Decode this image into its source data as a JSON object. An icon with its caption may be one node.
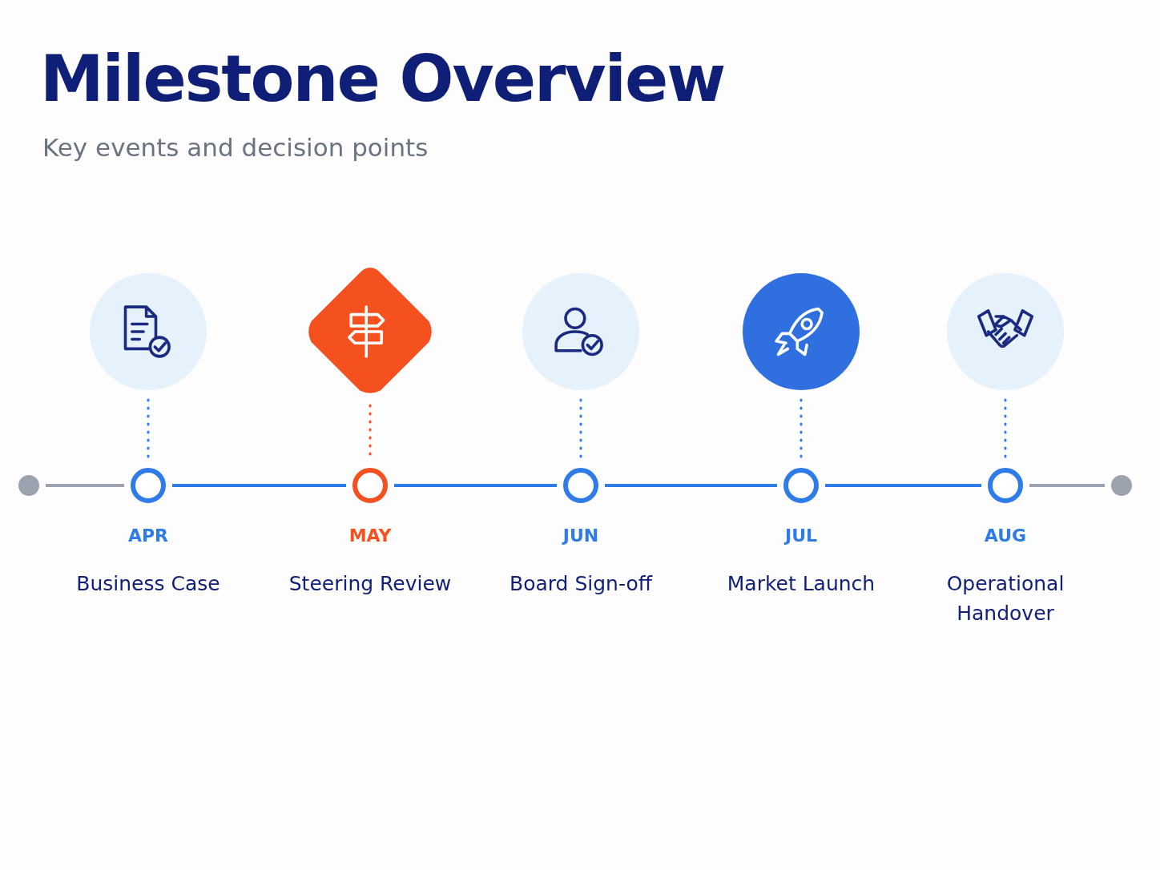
{
  "diagram": {
    "title": "Milestone Overview",
    "caption": "Key events and decision points",
    "nodes": [
      {
        "text": [],
        "shape": "circle"
      },
      {
        "text": [],
        "shape": "diamond"
      },
      {
        "text": [],
        "shape": "circle"
      },
      {
        "text": [],
        "shape": "circle"
      },
      {
        "text": [],
        "shape": "circle"
      },
      {
        "text": [],
        "shape": "circle"
      },
      {
        "text": [],
        "shape": "circle",
        "beside": [
          "APR",
          "Business Case"
        ]
      },
      {
        "text": [],
        "shape": "circle",
        "beside": [
          "MAY",
          "Steering Review"
        ]
      },
      {
        "text": [],
        "shape": "circle",
        "beside": [
          "JUN",
          "Board Sign-off"
        ]
      },
      {
        "text": [],
        "shape": "circle",
        "beside": [
          "JUL",
          "Market Launch"
        ]
      },
      {
        "text": [],
        "shape": "circle",
        "beside": [
          "AUG",
          "Operational Handover"
        ]
      },
      {
        "text": [],
        "shape": "circle"
      }
    ],
    "edges": [
      {
        "from": 0,
        "to": 6,
        "arrow": "none",
        "style": "dashed"
      },
      {
        "from": 1,
        "to": 7,
        "arrow": "none",
        "style": "dashed",
        "color": "#f4511e"
      },
      {
        "from": 2,
        "to": 8,
        "arrow": "none",
        "style": "dashed"
      },
      {
        "from": 3,
        "to": 9,
        "arrow": "none",
        "style": "dashed"
      },
      {
        "from": 4,
        "to": 10,
        "arrow": "none",
        "style": "dashed"
      },
      {
        "from": 5,
        "to": 6,
        "arrow": "none",
        "color": "#9ca3af"
      },
      {
        "from": 6,
        "to": 7,
        "arrow": "none"
      },
      {
        "from": 7,
        "to": 8,
        "arrow": "none"
      },
      {
        "from": 8,
        "to": 9,
        "arrow": "none"
      },
      {
        "from": 9,
        "to": 10,
        "arrow": "none"
      },
      {
        "from": 10,
        "to": 11,
        "arrow": "none",
        "color": "#9ca3af"
      }
    ]
  }
}
